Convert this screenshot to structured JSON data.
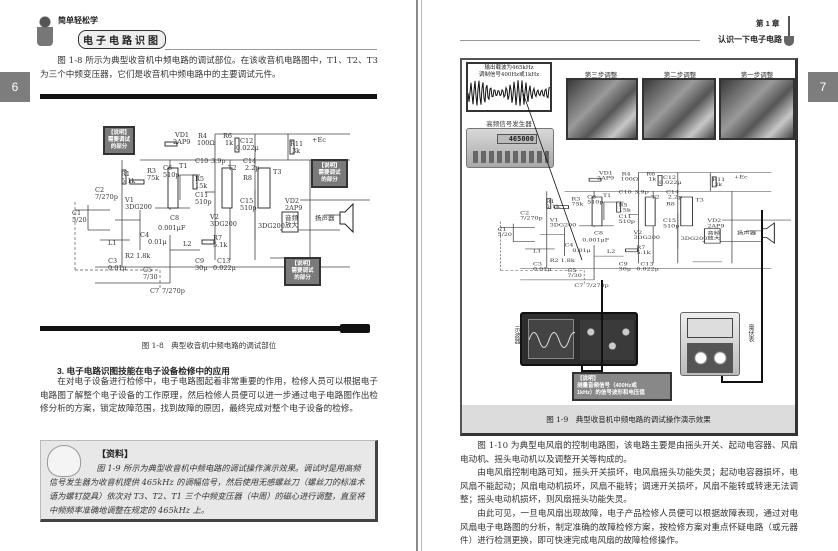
{
  "left_page": {
    "series_title": "简单轻松学",
    "book_title": "电子电路识图",
    "page_number": "6",
    "intro": "图 1-8 所示为典型收音机中频电路的调试部位。在该收音机电路图中，T1、T2、T3 为三个中频变压器，它们是收音机中频电路中的主要调试元件。",
    "figure_caption": "图 1-8　典型收音机中频电路的调试部位",
    "callout": "【说明】\n需要调试\n的部分",
    "section_heading": "3. 电子电路识图技能在电子设备检修中的应用",
    "section_body": "在对电子设备进行检修中，电子电路图起着非常重要的作用，检修人员可以根据电子电路图了解整个电子设备的工作原理，然后检修人员便可以进一步通过电子电路图作出检修分析的方案，锁定故障范围，找到故障的原因，最终完成对整个电子设备的检修。",
    "note_title": "【资料】",
    "note_body": "图 1-9 所示为典型收音机中频电路的调试操作演示效果。调试时是用高频信号发生器为收音机提供 465kHz 的调幅信号，然后使用无感螺丝刀（螺丝刀的标准术语为螺钉旋具）依次对 T3、T2、T1 三个中频变压器（中周）的磁心进行调整，直至将中频频率准确地调整在规定的 465kHz 上。"
  },
  "schematic_labels": [
    "VD1",
    "2AP9",
    "R4",
    "100Ω",
    "R6",
    "1k",
    "C12",
    "0.022μ",
    "R11",
    "3k",
    "+Ec",
    "C10",
    "3.9p",
    "C14",
    "2.2p",
    "R3",
    "75k",
    "C6",
    "510p",
    "T1",
    "R1",
    "5.1k",
    "R5",
    "15k",
    "T2",
    "R8",
    "T3",
    "C2",
    "7/270p",
    "C11",
    "510p",
    "C15",
    "510p",
    "V1",
    "3DG200",
    "VD2",
    "2AP9",
    "C1",
    "5/20",
    "V2",
    "3DG200",
    "3DG200",
    "C8",
    "0.001μF",
    "音频",
    "放大",
    "扬声器",
    "L1",
    "C4",
    "0.01μ",
    "R2 1.8k",
    "L2",
    "R7",
    "5.1k",
    "C3",
    "0.01μ",
    "C9",
    "30μ",
    "C13",
    "0.022μ",
    "C5",
    "7/30",
    "C7",
    "7/270p"
  ],
  "right_page": {
    "chapter": "第 1 章",
    "chapter_title": "认识一下电子电路",
    "page_number": "7",
    "waveform_label": "输出载波为465kHz\n调制信号400Hz或1kHz",
    "step3": "第三步调整",
    "step2": "第二步调整",
    "step1": "第一步调整",
    "generator_label": "高频信号发生器",
    "generator_display": "465000",
    "oscilloscope_label": "示波器",
    "millivoltmeter_label": "毫伏表",
    "callout": "【说明】\n测量音频信号（400Hz或\n1kHz）的信号波形和电压值",
    "figure_caption": "图 1-9　典型收音机中频电路的调试操作演示效果",
    "paragraphs": [
      "图 1-10 为典型电风扇的控制电路图，该电路主要是由摇头开关、起动电容器、风扇电动机、摇头电动机以及调整开关等构成的。",
      "由电风扇控制电路可知，摇头开关损坏，电风扇摇头功能失灵；起动电容器损坏，电风扇不能起动；风扇电动机损坏，风扇不能转；调速开关损坏，风扇不能转或转速无法调整；摇头电动机损坏，则风扇摇头功能失灵。",
      "由此可见，一旦电风扇出现故障，电子产品检修人员便可以根据故障表现，通过对电风扇电子电路图的分析，制定准确的故障检修方案，按检修方案对重点怀疑电路（或元器件）进行检测更换，即可快速完成电风扇的故障检修操作。"
    ]
  }
}
